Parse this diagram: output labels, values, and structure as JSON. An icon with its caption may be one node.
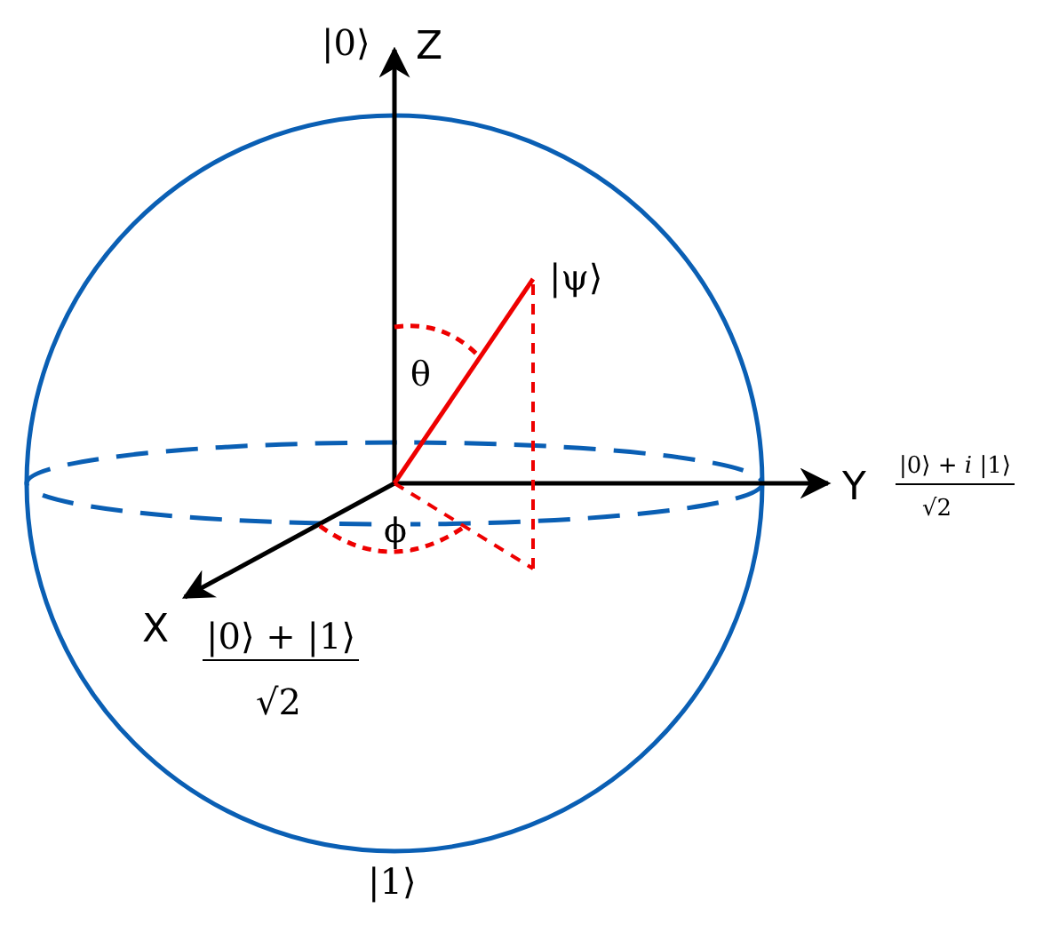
{
  "diagram": {
    "labels": [
      "|0⟩",
      "Z",
      "|ψ⟩",
      "θ",
      "Y",
      "|0⟩ + *i* |1⟩",
      "√2",
      "ϕ",
      "X",
      "|0⟩ + |1⟩",
      "√2",
      "|1⟩"
    ]
  }
}
